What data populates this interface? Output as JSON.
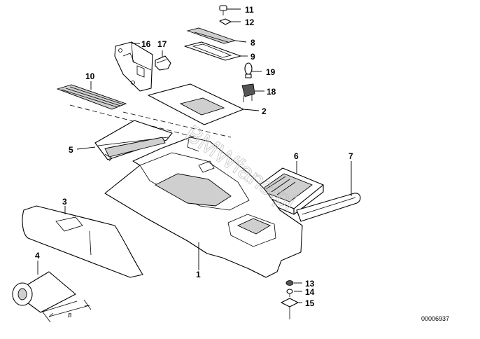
{
  "diagram": {
    "callouts": {
      "c1": "1",
      "c2": "2",
      "c3": "3",
      "c4": "4",
      "c5": "5",
      "c6": "6",
      "c7": "7",
      "c8": "8",
      "c9": "9",
      "c10": "10",
      "c11": "11",
      "c12": "12",
      "c13": "13",
      "c14": "14",
      "c15": "15",
      "c16": "16",
      "c17": "17",
      "c18": "18",
      "c19": "19"
    },
    "dimension_label": "B",
    "watermark": "BMWfans.pl",
    "reference_number": "00006937"
  }
}
